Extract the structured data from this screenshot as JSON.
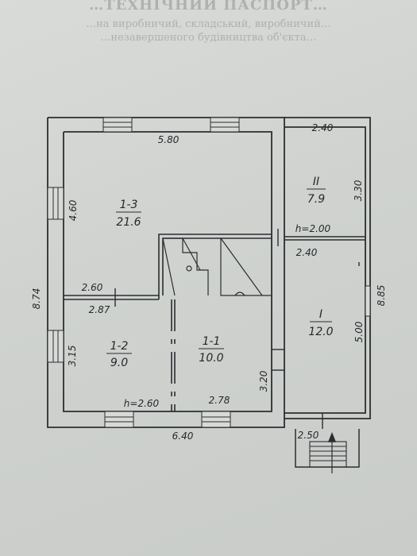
{
  "header": {
    "title": "…ТЕХНІЧНИЙ ПАСПОРТ…",
    "line1": "…на виробничий, складський, виробничий…",
    "line2": "…незавершеного будівництва об'єкта…"
  },
  "plan": {
    "rooms": [
      {
        "id": "1-3",
        "area": "21.6"
      },
      {
        "id": "1-2",
        "area": "9.0"
      },
      {
        "id": "1-1",
        "area": "10.0"
      },
      {
        "id": "II",
        "area": "7.9"
      },
      {
        "id": "I",
        "area": "12.0"
      }
    ],
    "dimensions": {
      "top": "5.80",
      "left_upper": "4.60",
      "left_total": "8.74",
      "left_lower": "3.15",
      "inner_h1": "2.60",
      "inner_h2": "2.87",
      "inner_h3": "2.78",
      "bottom": "6.40",
      "height_mark": "h=2.60",
      "center_v": "3.20",
      "right_top": "2.40",
      "right_height_mark": "h=2.00",
      "right_mid": "2.40",
      "right_v1": "3.30",
      "right_v2": "5.00",
      "right_total": "8.85",
      "porch": "2.50"
    }
  }
}
